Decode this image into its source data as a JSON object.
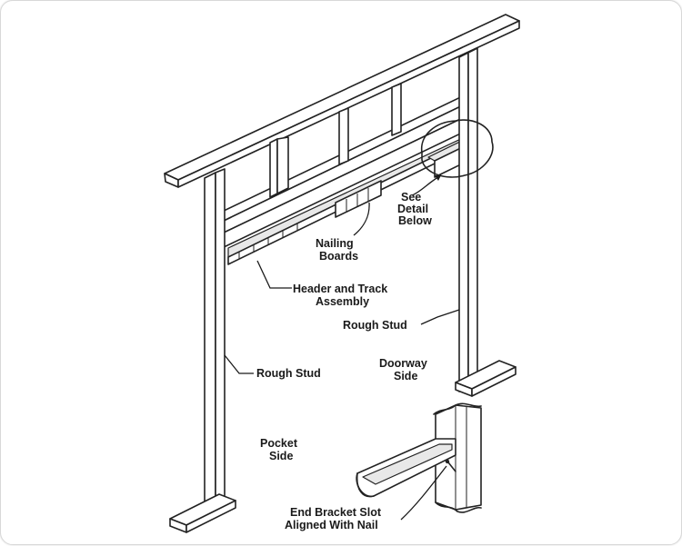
{
  "labels": {
    "see_detail_1": "See",
    "see_detail_2": "Detail",
    "see_detail_3": "Below",
    "nailing_boards_1": "Nailing",
    "nailing_boards_2": "Boards",
    "header_track_1": "Header and Track",
    "header_track_2": "Assembly",
    "rough_stud_right": "Rough Stud",
    "doorway_side_1": "Doorway",
    "doorway_side_2": "Side",
    "rough_stud_left": "Rough Stud",
    "pocket_side_1": "Pocket",
    "pocket_side_2": "Side",
    "end_bracket_1": "End Bracket Slot",
    "end_bracket_2": "Aligned With Nail"
  }
}
